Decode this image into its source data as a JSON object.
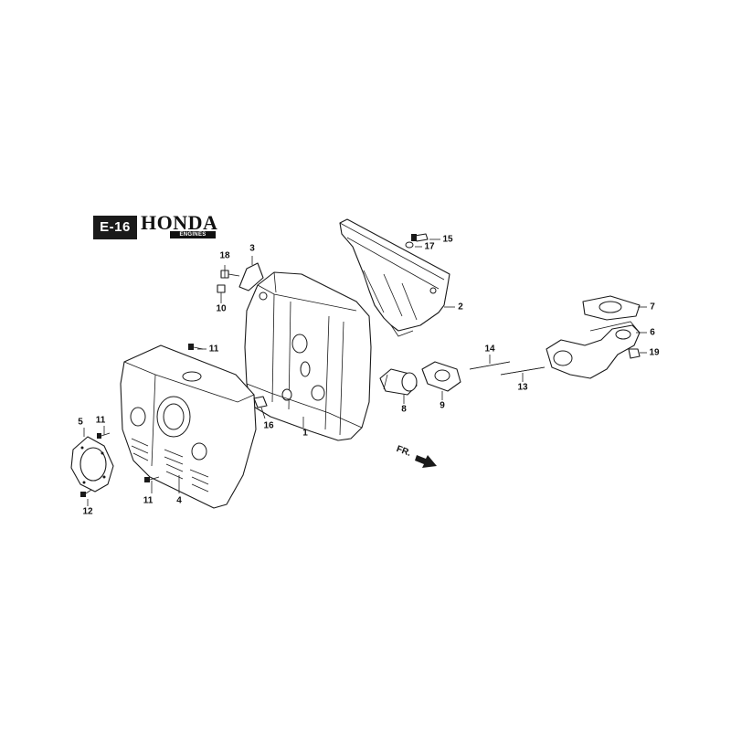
{
  "page": {
    "section_code": "E-16",
    "brand": {
      "name": "HONDA",
      "subtext": "ENGINES"
    }
  },
  "direction_label": "FR.",
  "callouts": [
    {
      "id": "c1",
      "text": "1"
    },
    {
      "id": "c2",
      "text": "2"
    },
    {
      "id": "c3",
      "text": "3"
    },
    {
      "id": "c4",
      "text": "4"
    },
    {
      "id": "c5",
      "text": "5"
    },
    {
      "id": "c6",
      "text": "6"
    },
    {
      "id": "c7",
      "text": "7"
    },
    {
      "id": "c8",
      "text": "8"
    },
    {
      "id": "c9",
      "text": "9"
    },
    {
      "id": "c10",
      "text": "10"
    },
    {
      "id": "c11a",
      "text": "11"
    },
    {
      "id": "c11b",
      "text": "11"
    },
    {
      "id": "c11c",
      "text": "11"
    },
    {
      "id": "c12",
      "text": "12"
    },
    {
      "id": "c13",
      "text": "13"
    },
    {
      "id": "c14",
      "text": "14"
    },
    {
      "id": "c15",
      "text": "15"
    },
    {
      "id": "c16",
      "text": "16"
    },
    {
      "id": "c17",
      "text": "17"
    },
    {
      "id": "c18",
      "text": "18"
    },
    {
      "id": "c19",
      "text": "19"
    }
  ],
  "colors": {
    "ink": "#1a1a1a",
    "paper": "#ffffff"
  }
}
